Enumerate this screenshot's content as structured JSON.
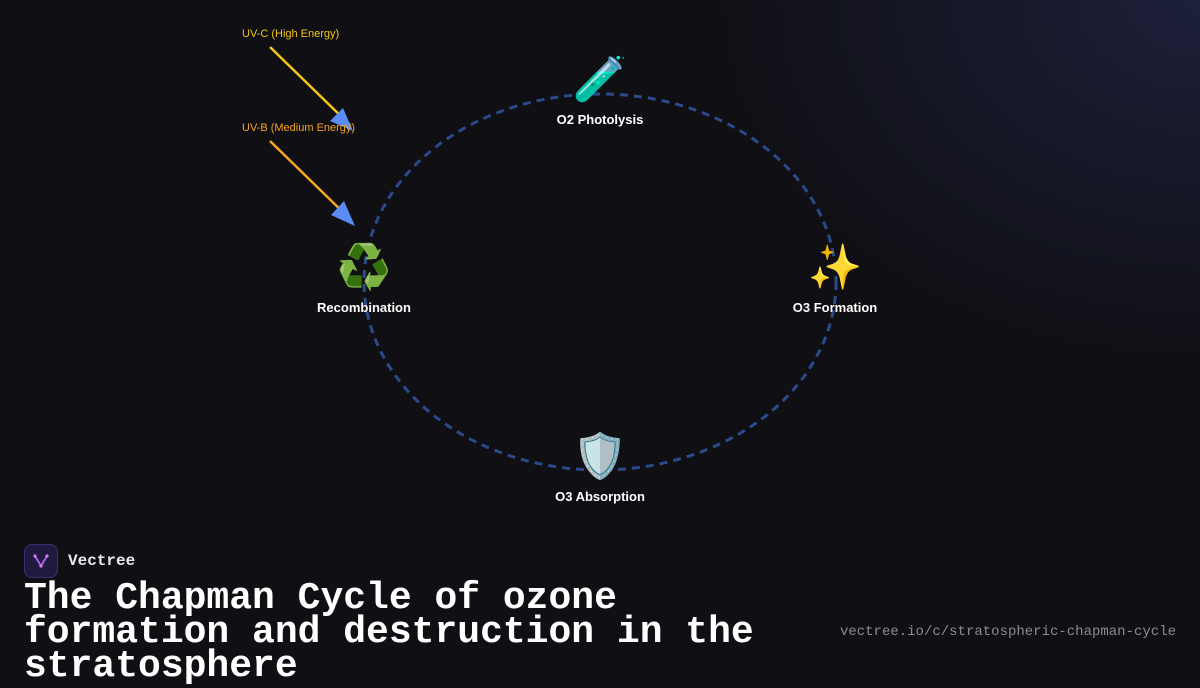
{
  "diagram": {
    "nodes": [
      {
        "id": "photolysis",
        "icon": "test-tube-icon",
        "emoji": "🧪",
        "label": "O2 Photolysis"
      },
      {
        "id": "formation",
        "icon": "sparkles-icon",
        "emoji": "✨",
        "label": "O3 Formation"
      },
      {
        "id": "absorption",
        "icon": "shield-icon",
        "emoji": "🛡️",
        "label": "O3 Absorption"
      },
      {
        "id": "recombination",
        "icon": "recycle-icon",
        "emoji": "♻️",
        "label": "Recombination"
      }
    ],
    "uv_inputs": [
      {
        "label": "UV-C (High Energy)",
        "color": "#f5c518"
      },
      {
        "label": "UV-B (Medium Energy)",
        "color": "#f5a623"
      }
    ],
    "cycle_color": "#2a4a8a",
    "arrowhead_color": "#5b8cf5"
  },
  "brand": {
    "name": "Vectree"
  },
  "title": "The Chapman Cycle of ozone formation and destruction in the stratosphere",
  "url": "vectree.io/c/stratospheric-chapman-cycle"
}
